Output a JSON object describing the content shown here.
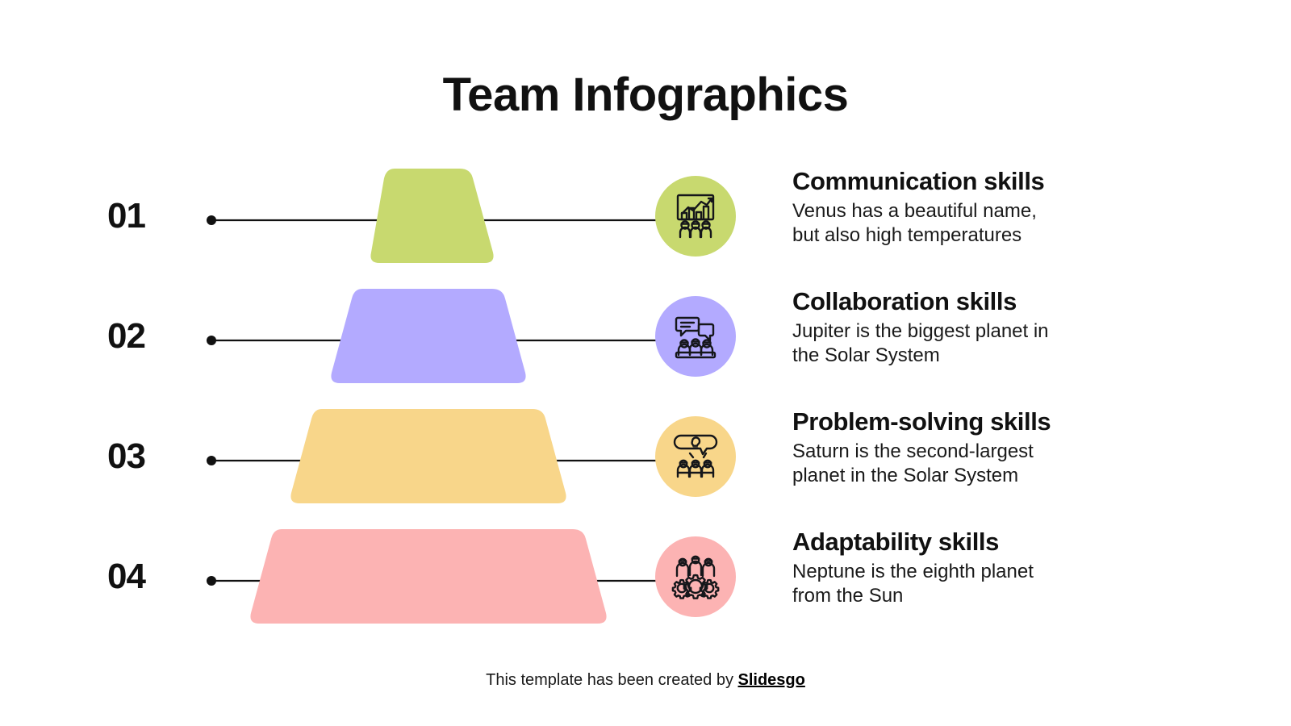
{
  "title": "Team Infographics",
  "footer": {
    "prefix": "This template has been created by ",
    "brand": "Slidesgo"
  },
  "colors": {
    "level_1": "#c8d96f",
    "level_2": "#b3aaff",
    "level_3": "#f8d68a",
    "level_4": "#fcb3b3",
    "text": "#111111",
    "line": "#111111",
    "background": "#ffffff"
  },
  "chart_data": {
    "type": "pyramid",
    "title": "Team Infographics",
    "levels": [
      {
        "number": "01",
        "label": "Communication skills",
        "color": "#c8d96f",
        "relative_width": 0.3
      },
      {
        "number": "02",
        "label": "Collaboration skills",
        "color": "#b3aaff",
        "relative_width": 0.53
      },
      {
        "number": "03",
        "label": "Problem-solving skills",
        "color": "#f8d68a",
        "relative_width": 0.74
      },
      {
        "number": "04",
        "label": "Adaptability skills",
        "color": "#fcb3b3",
        "relative_width": 1.0
      }
    ]
  },
  "items": [
    {
      "number": "01",
      "title": "Communication skills",
      "desc_line1": "Venus has a beautiful name,",
      "desc_line2": "but also high temperatures",
      "icon": "presentation-chart-audience-icon",
      "color": "#c8d96f"
    },
    {
      "number": "02",
      "title": "Collaboration skills",
      "desc_line1": "Jupiter is the biggest planet in",
      "desc_line2": "the Solar System",
      "icon": "speech-bubbles-meeting-icon",
      "color": "#b3aaff"
    },
    {
      "number": "03",
      "title": "Problem-solving skills",
      "desc_line1": "Saturn is the second-largest",
      "desc_line2": "planet in the Solar System",
      "icon": "lightbulb-idea-team-icon",
      "color": "#f8d68a"
    },
    {
      "number": "04",
      "title": "Adaptability skills",
      "desc_line1": "Neptune is the eighth planet",
      "desc_line2": "from the Sun",
      "icon": "gears-teamwork-icon",
      "color": "#fcb3b3"
    }
  ]
}
